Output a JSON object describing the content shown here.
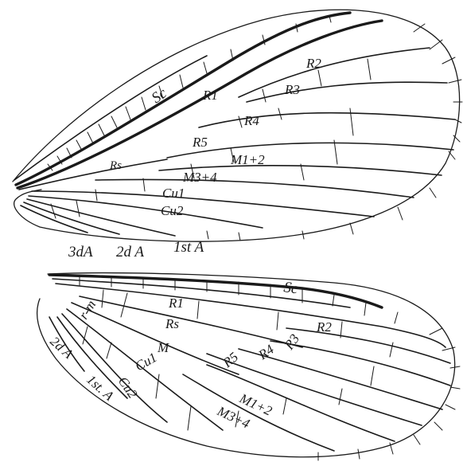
{
  "forewing": {
    "labels": {
      "sc": "Sc",
      "r1": "R1",
      "r2": "R2",
      "r3": "R3",
      "r4": "R4",
      "r5": "R5",
      "rs": "Rs",
      "m12": "M1+2",
      "m34": "M3+4",
      "cu1": "Cu1",
      "cu2": "Cu2",
      "a3": "3dA",
      "a2": "2d A",
      "a1": "1st A"
    }
  },
  "hindwing": {
    "labels": {
      "sc": "Sc",
      "rm": "r-m",
      "r1": "R1",
      "rs": "Rs",
      "r2": "R2",
      "r3": "R3",
      "r4": "R4",
      "r5": "R5",
      "m": "M",
      "cu1": "Cu1",
      "cu2": "Cu2",
      "m12": "M1+2",
      "m34": "M3+4",
      "a2": "2d A",
      "a1": "1st. A"
    }
  },
  "colors": {
    "ink": "#1a1a1a",
    "paper": "#ffffff"
  }
}
